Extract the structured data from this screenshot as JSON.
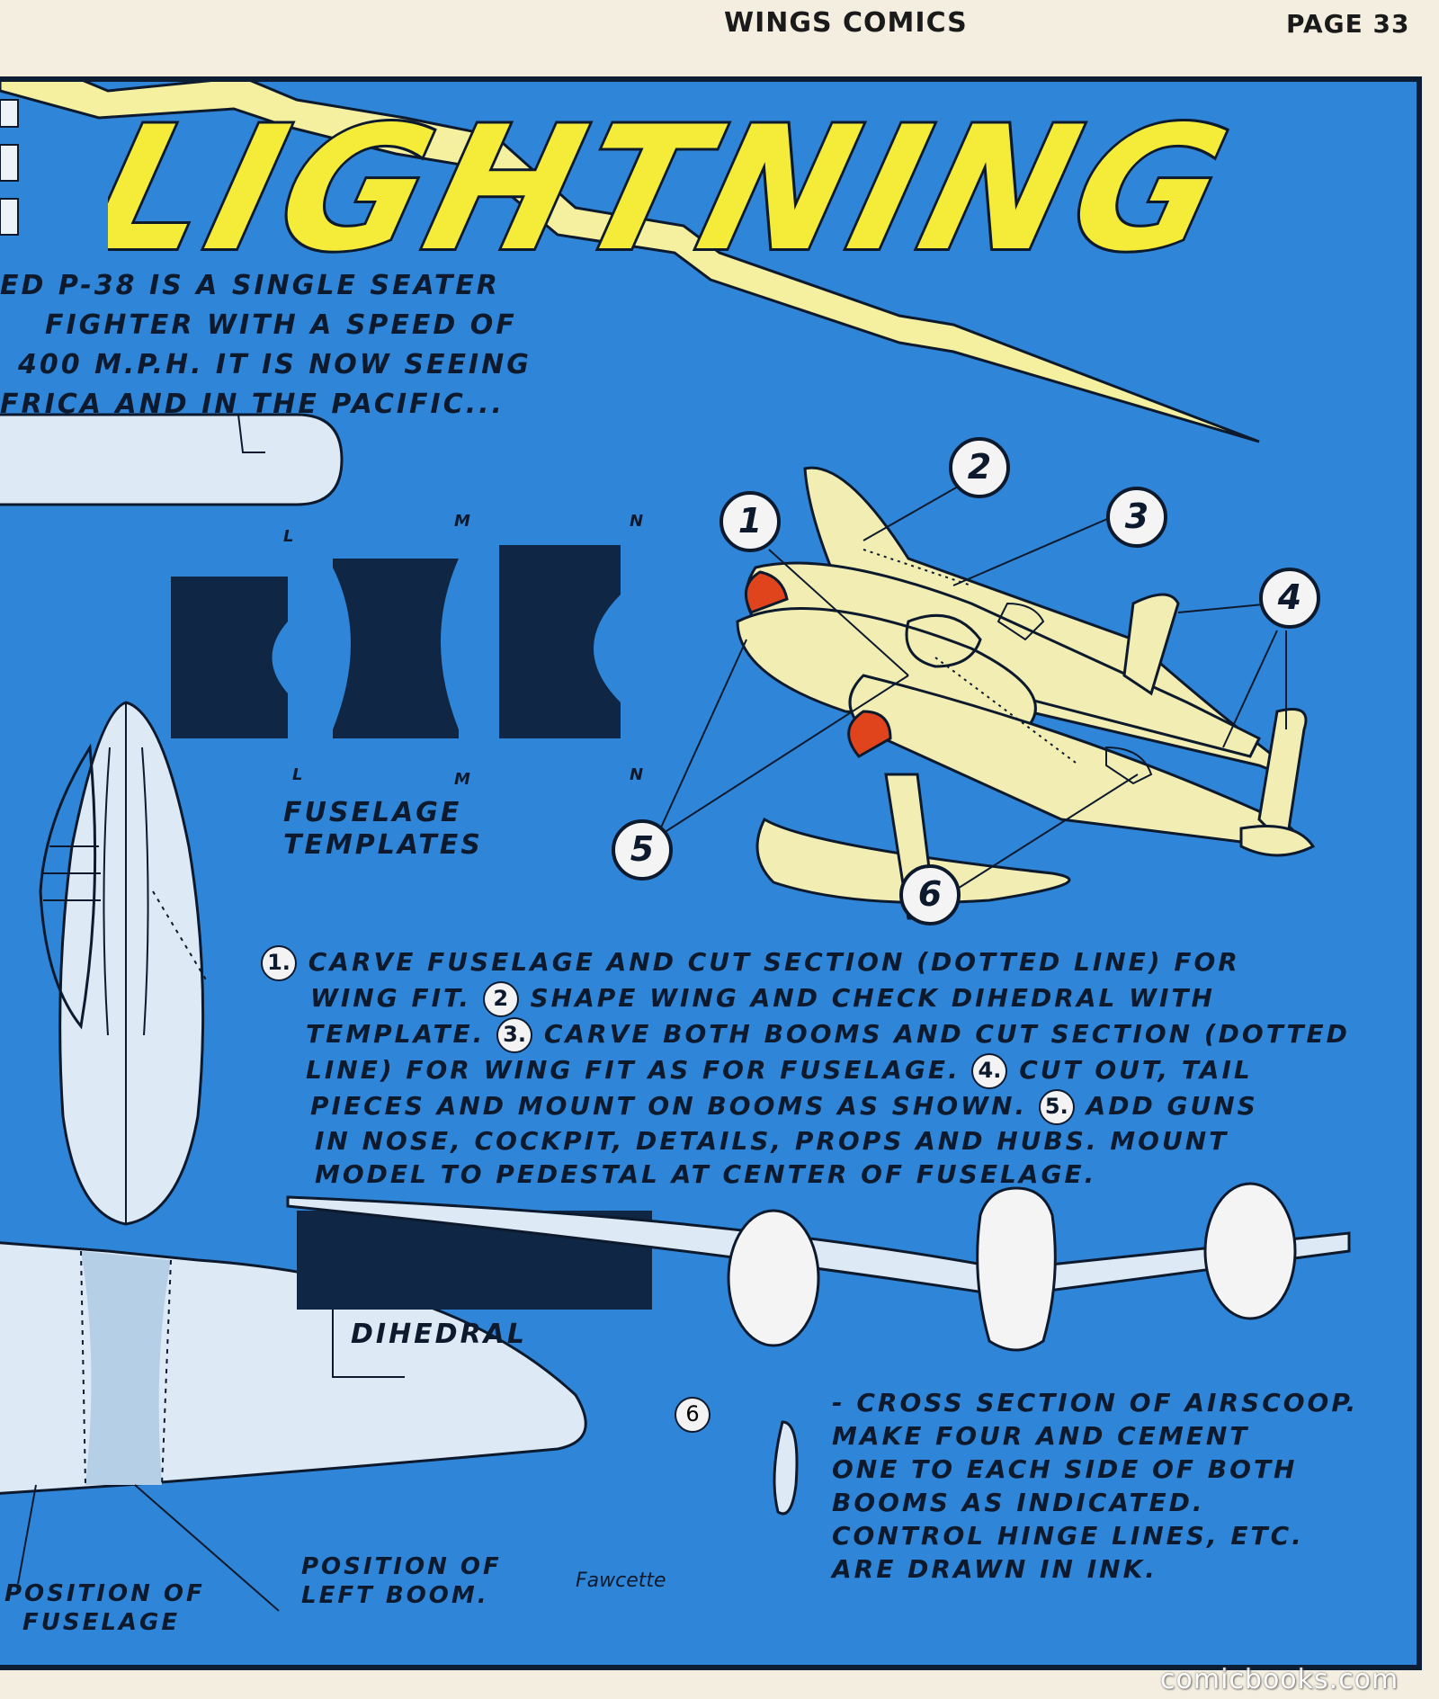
{
  "header": {
    "magazine": "WINGS COMICS",
    "page": "PAGE 33"
  },
  "title": "LIGHTNING",
  "intro_lines": [
    "ED P-38  IS A SINGLE SEATER",
    "FIGHTER WITH A SPEED OF",
    "400 M.P.H. IT IS NOW SEEING",
    "FRICA AND IN THE PACIFIC..."
  ],
  "callouts": [
    "1",
    "2",
    "3",
    "4",
    "5",
    "6"
  ],
  "template_marks": [
    "L",
    "M",
    "N",
    "L",
    "M",
    "N"
  ],
  "labels": {
    "fuselage_templates_1": "FUSELAGE",
    "fuselage_templates_2": "TEMPLATES",
    "dihedral": "DIHEDRAL",
    "position_fuselage_1": "POSITION OF",
    "position_fuselage_2": "FUSELAGE",
    "position_boom_1": "POSITION OF",
    "position_boom_2": "LEFT BOOM."
  },
  "instructions": {
    "s1": "1.",
    "l1": "CARVE FUSELAGE AND CUT SECTION (DOTTED LINE) FOR",
    "l2a": "WING FIT.",
    "s2": "2",
    "l2b": "SHAPE WING AND CHECK DIHEDRAL WITH",
    "l3a": "TEMPLATE.",
    "s3": "3.",
    "l3b": "CARVE BOTH BOOMS AND CUT SECTION (DOTTED",
    "l4a": "LINE) FOR WING FIT AS FOR FUSELAGE.",
    "s4": "4.",
    "l4b": "CUT OUT, TAIL",
    "l5a": "PIECES AND MOUNT ON BOOMS AS SHOWN.",
    "s5": "5.",
    "l5b": "ADD GUNS",
    "l6": "IN NOSE, COCKPIT, DETAILS, PROPS AND HUBS. MOUNT",
    "l7": "MODEL TO PEDESTAL AT CENTER OF FUSELAGE."
  },
  "airscoop_note": {
    "badge": "6",
    "lines": [
      "- CROSS SECTION OF AIRSCOOP.",
      "MAKE FOUR AND CEMENT",
      "ONE TO EACH SIDE OF BOTH",
      "BOOMS AS INDICATED.",
      "CONTROL HINGE LINES, ETC.",
      "ARE DRAWN IN INK."
    ]
  },
  "signature": "Fawcette",
  "watermark": "comicbooks.com",
  "colors": {
    "panel_blue": "#2f86d8",
    "title_yellow": "#f5ec3a",
    "plane_cream": "#f2eeb3",
    "nose_orange": "#e0441c",
    "template_navy": "#0f2744",
    "part_pale": "#dde9f4"
  }
}
